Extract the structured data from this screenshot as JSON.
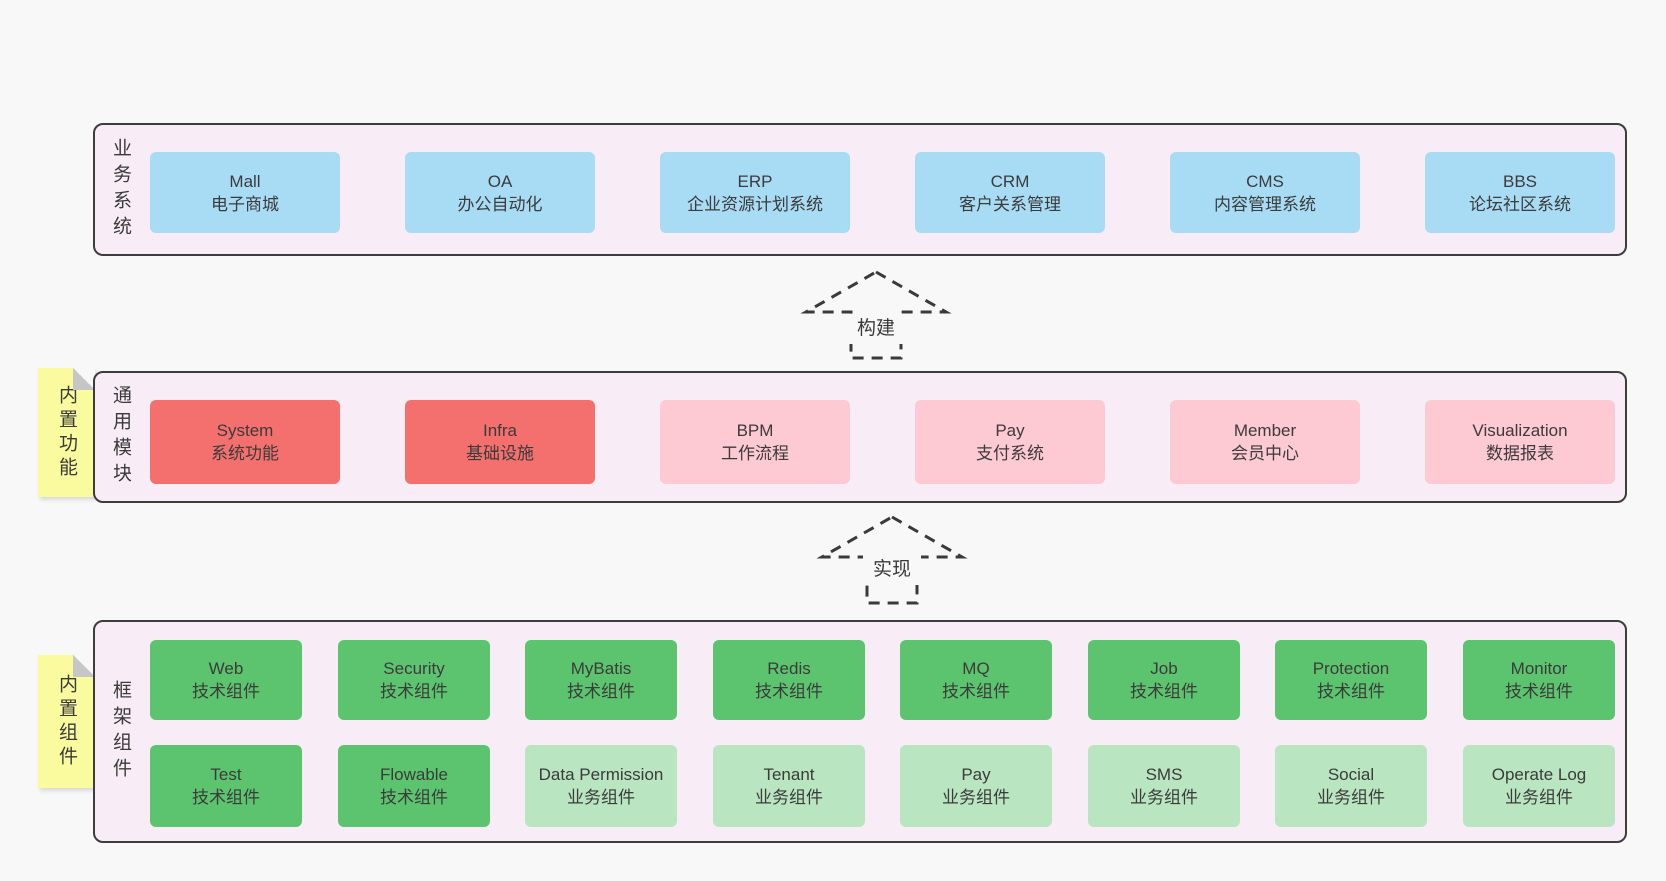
{
  "diagram": {
    "title_hint": "framework architecture diagram",
    "colors": {
      "page_bg": "#f8f8f8",
      "band_bg": "#f8edf6",
      "band_border": "#3d3d3d",
      "note_yellow": "#fafa9e",
      "note_fold_gray": "#c6c6c6",
      "arrow_dash": "#3a3a3a",
      "text": "#3b3b3b",
      "blue": "#a8dcf5",
      "red": "#f4706e",
      "pink": "#fdc9d3",
      "green": "#5cc46e",
      "greenLight": "#b9e5c0"
    },
    "arrows": [
      {
        "label": "构建"
      },
      {
        "label": "实现"
      }
    ],
    "notes": [
      {
        "label": "内置功能"
      },
      {
        "label": "内置组件"
      }
    ],
    "bands": [
      {
        "label": "业务系统",
        "boxes": [
          {
            "name": "Mall",
            "desc": "电子商城",
            "type": "blue"
          },
          {
            "name": "OA",
            "desc": "办公自动化",
            "type": "blue"
          },
          {
            "name": "ERP",
            "desc": "企业资源计划系统",
            "type": "blue"
          },
          {
            "name": "CRM",
            "desc": "客户关系管理",
            "type": "blue"
          },
          {
            "name": "CMS",
            "desc": "内容管理系统",
            "type": "blue"
          },
          {
            "name": "BBS",
            "desc": "论坛社区系统",
            "type": "blue"
          }
        ]
      },
      {
        "label": "通用模块",
        "boxes": [
          {
            "name": "System",
            "desc": "系统功能",
            "type": "red"
          },
          {
            "name": "Infra",
            "desc": "基础设施",
            "type": "red"
          },
          {
            "name": "BPM",
            "desc": "工作流程",
            "type": "pink"
          },
          {
            "name": "Pay",
            "desc": "支付系统",
            "type": "pink"
          },
          {
            "name": "Member",
            "desc": "会员中心",
            "type": "pink"
          },
          {
            "name": "Visualization",
            "desc": "数据报表",
            "type": "pink"
          }
        ]
      },
      {
        "label": "框架组件",
        "boxes": [
          {
            "name": "Web",
            "desc": "技术组件",
            "type": "green"
          },
          {
            "name": "Security",
            "desc": "技术组件",
            "type": "green"
          },
          {
            "name": "MyBatis",
            "desc": "技术组件",
            "type": "green"
          },
          {
            "name": "Redis",
            "desc": "技术组件",
            "type": "green"
          },
          {
            "name": "MQ",
            "desc": "技术组件",
            "type": "green"
          },
          {
            "name": "Job",
            "desc": "技术组件",
            "type": "green"
          },
          {
            "name": "Protection",
            "desc": "技术组件",
            "type": "green"
          },
          {
            "name": "Monitor",
            "desc": "技术组件",
            "type": "green"
          },
          {
            "name": "Test",
            "desc": "技术组件",
            "type": "green"
          },
          {
            "name": "Flowable",
            "desc": "技术组件",
            "type": "green"
          },
          {
            "name": "Data Permission",
            "desc": "业务组件",
            "type": "greenLight"
          },
          {
            "name": "Tenant",
            "desc": "业务组件",
            "type": "greenLight"
          },
          {
            "name": "Pay",
            "desc": "业务组件",
            "type": "greenLight"
          },
          {
            "name": "SMS",
            "desc": "业务组件",
            "type": "greenLight"
          },
          {
            "name": "Social",
            "desc": "业务组件",
            "type": "greenLight"
          },
          {
            "name": "Operate Log",
            "desc": "业务组件",
            "type": "greenLight"
          }
        ]
      }
    ]
  }
}
